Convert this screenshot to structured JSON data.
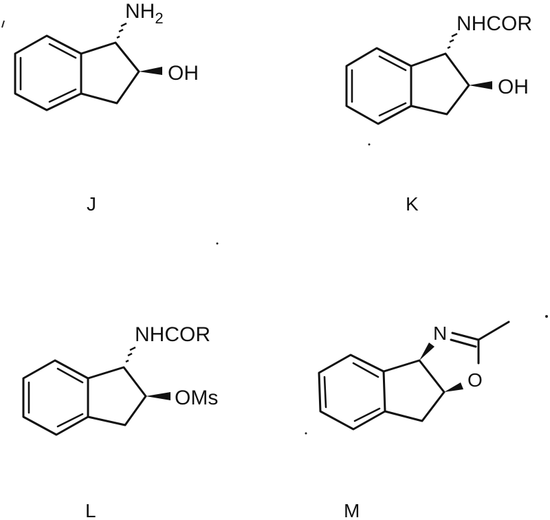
{
  "figure": {
    "compounds": [
      {
        "id": "J",
        "label": "J",
        "scaffold": "indane",
        "substituent_1": {
          "text_main": "NH",
          "text_sub": "2",
          "stereo": "hashed-bond"
        },
        "substituent_2": {
          "text": "OH",
          "stereo": "wedge-bond"
        }
      },
      {
        "id": "K",
        "label": "K",
        "scaffold": "indane",
        "substituent_1": {
          "text": "NHCOR",
          "stereo": "hashed-bond"
        },
        "substituent_2": {
          "text": "OH",
          "stereo": "wedge-bond"
        }
      },
      {
        "id": "L",
        "label": "L",
        "scaffold": "indane",
        "substituent_1": {
          "text": "NHCOR",
          "stereo": "hashed-bond"
        },
        "substituent_2": {
          "text": "OMs",
          "stereo": "wedge-bond"
        }
      },
      {
        "id": "M",
        "label": "M",
        "scaffold": "indeno-oxazoline",
        "ring_atoms": {
          "nitrogen": "N",
          "oxygen": "O"
        },
        "methyl_group": "methyl-line",
        "stereo": [
          "wedge-bond",
          "wedge-bond"
        ]
      }
    ]
  }
}
